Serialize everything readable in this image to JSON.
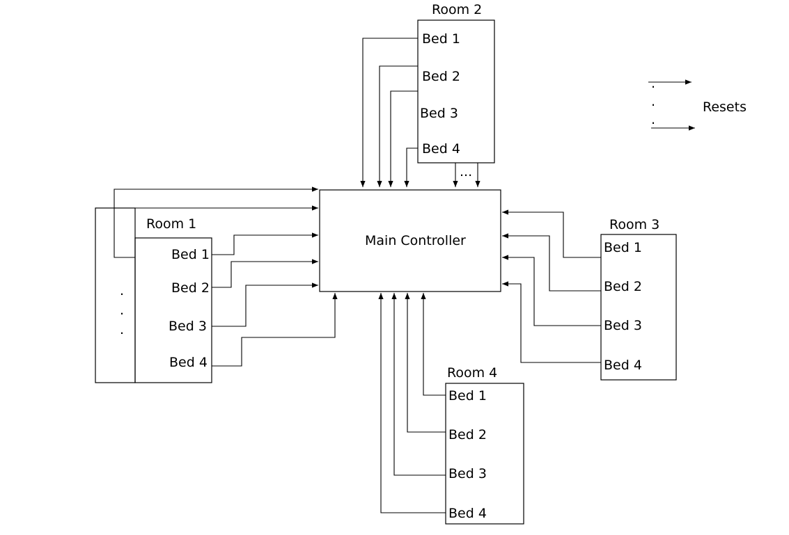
{
  "controller": {
    "label": "Main Controller"
  },
  "rooms": {
    "room1": {
      "title": "Room 1",
      "beds": [
        "Bed 1",
        "Bed 2",
        "Bed 3",
        "Bed 4"
      ]
    },
    "room2": {
      "title": "Room 2",
      "beds": [
        "Bed 1",
        "Bed 2",
        "Bed 3",
        "Bed 4"
      ]
    },
    "room3": {
      "title": "Room 3",
      "beds": [
        "Bed 1",
        "Bed 2",
        "Bed 3",
        "Bed 4"
      ]
    },
    "room4": {
      "title": "Room 4",
      "beds": [
        "Bed 1",
        "Bed 2",
        "Bed 3",
        "Bed 4"
      ]
    }
  },
  "legend": {
    "label": "Resets"
  },
  "ellipsis": {
    "room2": "...",
    "dot": "."
  }
}
